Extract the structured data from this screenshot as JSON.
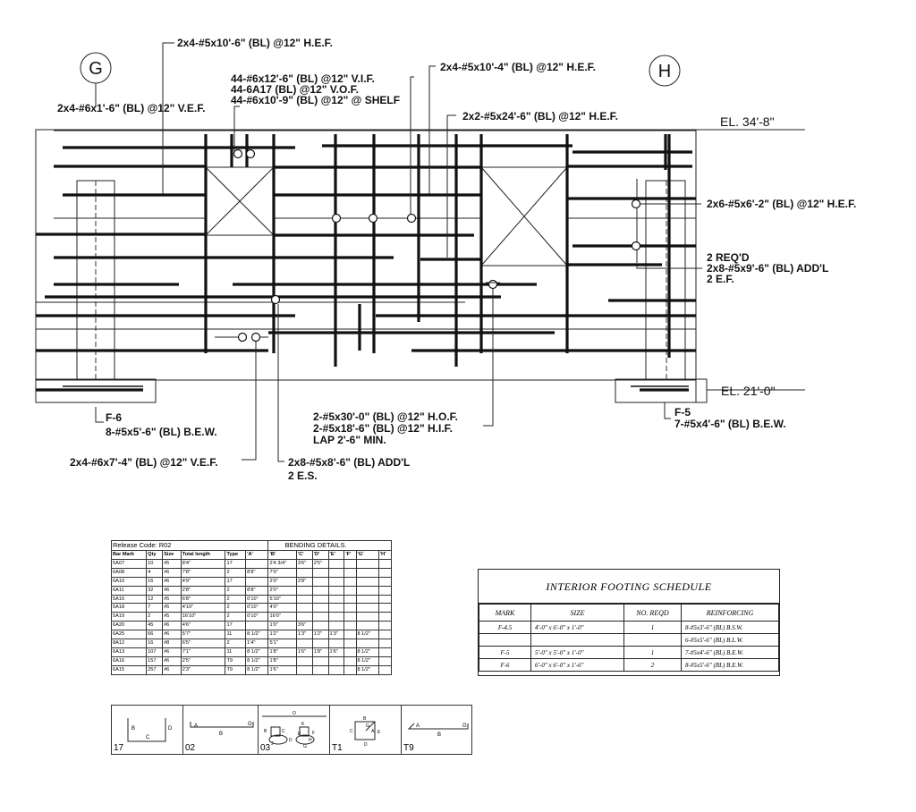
{
  "grid": {
    "left": "G",
    "right": "H"
  },
  "elevations": {
    "top": "EL. 34'-8\"",
    "bottom": "EL. 21'-0\""
  },
  "callouts": {
    "top1": "2x4-#5x10'-6\" (BL) @12\" H.E.F.",
    "top2a": "44-#6x12'-6\" (BL) @12\" V.I.F.",
    "top2b": "44-6A17 (BL) @12\" V.O.F.",
    "top2c": "44-#6x10'-9\" (BL) @12\" @ SHELF",
    "top3": "2x4-#5x10'-4\" (BL) @12\" H.E.F.",
    "top4": "2x2-#5x24'-6\" (BL) @12\" H.E.F.",
    "left1": "2x4-#6x1'-6\" (BL) @12\" V.E.F.",
    "right1": "2x6-#5x6'-2\" (BL) @12\" H.E.F.",
    "right2a": "2 REQ'D",
    "right2b": "2x8-#5x9'-6\" (BL) ADD'L",
    "right2c": "2 E.F.",
    "f6a": "F-6",
    "f6b": "8-#5x5'-6\" (BL) B.E.W.",
    "f5a": "F-5",
    "f5b": "7-#5x4'-6\" (BL) B.E.W.",
    "bot1": "2x4-#6x7'-4\" (BL) @12\" V.E.F.",
    "bot2a": "2-#5x30'-0\" (BL) @12\" H.O.F.",
    "bot2b": "2-#5x18'-6\" (BL) @12\" H.I.F.",
    "bot2c": "LAP 2'-6\" MIN.",
    "bot3a": "2x8-#5x8'-6\" (BL) ADD'L",
    "bot3b": "2 E.S."
  },
  "bending": {
    "release": "Release Code: R02",
    "title": "BENDING DETAILS.",
    "columns": [
      "Bar Mark",
      "Qty",
      "Size",
      "Total length",
      "Type",
      "'A'",
      "'B'",
      "'C'",
      "'D'",
      "'E'",
      "'F'",
      "'G'",
      "'H'"
    ],
    "rows": [
      [
        "5A07",
        "10",
        "#5",
        "8'4\"",
        "17",
        "",
        "2'4 3/4\"",
        "3'6\"",
        "2'5\"",
        "",
        "",
        "",
        ""
      ],
      [
        "6A08",
        "4",
        "#6",
        "7'8\"",
        "2",
        "8'8\"",
        "7'0\"",
        "",
        "",
        "",
        "",
        "",
        ""
      ],
      [
        "6A10",
        "16",
        "#6",
        "4'9\"",
        "17",
        "",
        "2'0\"",
        "2'8\"",
        "",
        "",
        "",
        "",
        ""
      ],
      [
        "6A11",
        "32",
        "#6",
        "2'8\"",
        "2",
        "8'8\"",
        "2'0\"",
        "",
        "",
        "",
        "",
        "",
        ""
      ],
      [
        "5A16",
        "12",
        "#5",
        "6'8\"",
        "2",
        "0'10\"",
        "5'10\"",
        "",
        "",
        "",
        "",
        "",
        ""
      ],
      [
        "5A18",
        "7",
        "#5",
        "4'10\"",
        "2",
        "0'10\"",
        "4'0\"",
        "",
        "",
        "",
        "",
        "",
        ""
      ],
      [
        "5A19",
        "2",
        "#5",
        "16'10\"",
        "2",
        "0'10\"",
        "16'0\"",
        "",
        "",
        "",
        "",
        "",
        ""
      ],
      [
        "6A20",
        "45",
        "#6",
        "4'6\"",
        "17",
        "",
        "1'0\"",
        "3'6\"",
        "",
        "",
        "",
        "",
        ""
      ],
      [
        "6A25",
        "66",
        "#6",
        "5'7\"",
        "11",
        "8 1/2\"",
        "1'2\"",
        "1'3\"",
        "1'2\"",
        "1'3\"",
        "",
        "8 1/2\"",
        ""
      ],
      [
        "8A12",
        "16",
        "#8",
        "6'5\"",
        "2",
        "1'4\"",
        "5'1\"",
        "",
        "",
        "",
        "",
        "",
        ""
      ],
      [
        "6A13",
        "107",
        "#6",
        "7'1\"",
        "11",
        "8 1/2\"",
        "1'8\"",
        "1'6\"",
        "1'8\"",
        "1'6\"",
        "",
        "8 1/2\"",
        ""
      ],
      [
        "6A16",
        "157",
        "#6",
        "2'5\"",
        "T9",
        "8 1/2\"",
        "1'8\"",
        "",
        "",
        "",
        "",
        "8 1/2\"",
        ""
      ],
      [
        "6A15",
        "257",
        "#6",
        "2'3\"",
        "T9",
        "8 1/2\"",
        "1'6\"",
        "",
        "",
        "",
        "",
        "8 1/2\"",
        ""
      ]
    ]
  },
  "footing": {
    "title": "INTERIOR FOOTING SCHEDULE",
    "headers": [
      "MARK",
      "SIZE",
      "NO. REQD",
      "REINFORCING"
    ],
    "rows": [
      [
        "F-4.5",
        "4'-0\" x 6'-0\" x 1'-0\"",
        "1",
        "8-#5x3'-6\" (BL) B.S.W."
      ],
      [
        "",
        "",
        "",
        "6-#5x5'-6\" (BL) B.L.W."
      ],
      [
        "F-5",
        "5'-0\" x 5'-0\" x 1'-0\"",
        "1",
        "7-#5x4'-6\" (BL) B.E.W."
      ],
      [
        "F-6",
        "6'-0\" x 6'-0\" x 1'-6\"",
        "2",
        "8-#5x5'-6\" (BL) B.E.W."
      ]
    ]
  },
  "shapes": [
    {
      "label": "17",
      "letters": [
        "B",
        "C",
        "D"
      ]
    },
    {
      "label": "02",
      "letters": [
        "A",
        "B",
        "G"
      ]
    },
    {
      "label": "03",
      "letters": [
        "O",
        "B",
        "J",
        "C",
        "D",
        "K",
        "E",
        "F",
        "H",
        "G"
      ]
    },
    {
      "label": "T1",
      "letters": [
        "B",
        "C",
        "G",
        "A",
        "D",
        "E"
      ]
    },
    {
      "label": "T9",
      "letters": [
        "A",
        "B",
        "G"
      ]
    }
  ]
}
